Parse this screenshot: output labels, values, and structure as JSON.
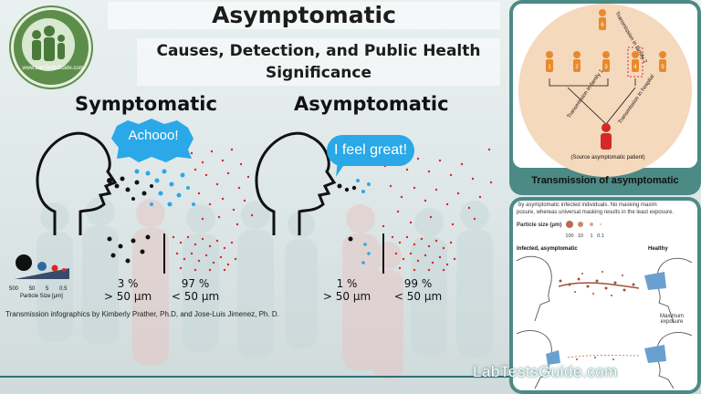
{
  "header": {
    "title": "Asymptomatic",
    "subtitle": "Causes, Detection, and Public Health Significance"
  },
  "logo": {
    "text": "www.LabTestsGuide.com"
  },
  "left_panel": {
    "symptomatic": {
      "heading": "Symptomatic",
      "speech": "Achooo!",
      "large_pct": "3 %",
      "large_size": "> 50 μm",
      "small_pct": "97 %",
      "small_size": "< 50 μm"
    },
    "asymptomatic": {
      "heading": "Asymptomatic",
      "speech": "I feel great!",
      "large_pct": "1 %",
      "large_size": "> 50 μm",
      "small_pct": "99 %",
      "small_size": "< 50 μm"
    },
    "size_key": {
      "ticks": [
        "500",
        "50",
        "5",
        "0.5"
      ],
      "label": "Particle Size [μm]"
    },
    "credit": "Transmission infographics by Kimberly Prather, Ph.D, and Jose-Luis Jimenez, Ph. D."
  },
  "right_top": {
    "labels": {
      "family2": "Transmission in family 2",
      "family1": "Transmission in family 1",
      "hospital": "Transmission in hospital",
      "source": "(Source asymptomatic patient)"
    },
    "person_numbers": [
      "1",
      "2",
      "3",
      "4",
      "5",
      "6"
    ],
    "caption": "Transmission of asymptomatic"
  },
  "right_bottom": {
    "top_text_1": "by asymptomatic infected individuals. No masking maxim",
    "top_text_2": "posure, whereas universal masking results in the least exposure.",
    "particle_label": "Particle size (μm)",
    "particle_ticks": [
      "100",
      "10",
      "1",
      "0.1"
    ],
    "infected_label": "Infected, asymptomatic",
    "healthy_label": "Healthy",
    "exposure_label": "Maximum exposure"
  },
  "watermark": "LabTestsGuide.com",
  "colors": {
    "speech_blue": "#2aa8e8",
    "panel_teal": "#4c8a86",
    "aerosol_red": "#d62828",
    "droplet_blue": "#2aa8e8"
  }
}
